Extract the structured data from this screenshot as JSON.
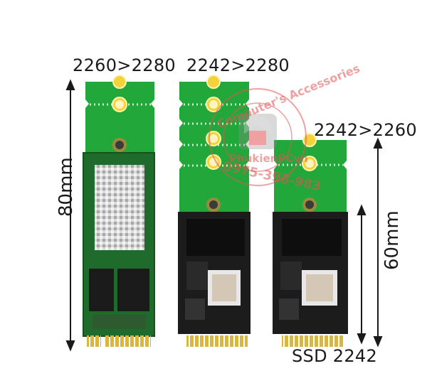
{
  "labels": {
    "conv_a": "2260>2280",
    "conv_b": "2242>2280",
    "conv_c": "2242>2260",
    "length_80": "80mm",
    "length_60": "60mm",
    "ssd": "SSD 2242"
  },
  "watermark": {
    "ring_text": "Computer's Accessories",
    "brand": "PhukienPCvn",
    "phone": "0975-398-983"
  },
  "colors": {
    "pcb_green": "#22a83a",
    "ssd_black": "#1c1c1c",
    "ssd_green": "#1f6b2b",
    "gold": "#d8b640",
    "watermark": "#e25555"
  }
}
